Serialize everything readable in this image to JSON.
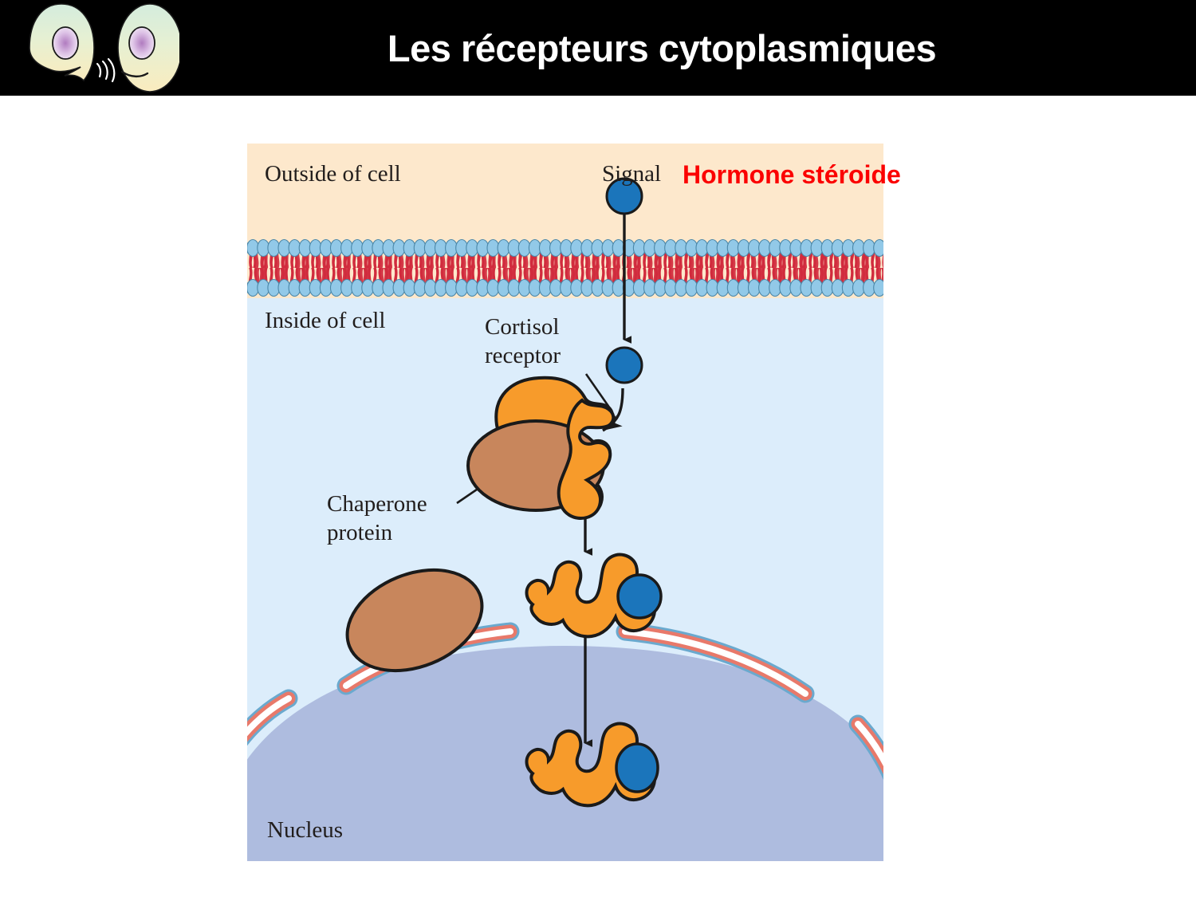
{
  "slide": {
    "title": "Les récepteurs cytoplasmiques",
    "background_color": "#ffffff",
    "header_background": "#000000",
    "title_color": "#ffffff"
  },
  "logo": {
    "name": "two-talking-cells-logo",
    "cell_fill_top": "#d9ecdd",
    "cell_fill_bottom": "#faeec0",
    "nucleus_fill": "#c9a9d6",
    "outline": "#000000"
  },
  "annotations": [
    {
      "id": "hormone-steroide",
      "text": "Hormone stéroide",
      "color": "#fb0000"
    }
  ],
  "diagram": {
    "name": "steroid-hormone-cytoplasmic-receptor-pathway",
    "colors": {
      "extracellular": "#fde8cc",
      "cytoplasm": "#dcedfb",
      "nucleus": "#aebcdf",
      "membrane_head": "#92c9e8",
      "membrane_tail": "#d12b3d",
      "receptor": "#f79b2b",
      "chaperone": "#c8865c",
      "signal": "#1b75bb",
      "envelope_red": "#e8796a",
      "envelope_blue": "#6aa9ce",
      "outline": "#1a1a1a"
    },
    "labels": {
      "outside": "Outside of cell",
      "signal": "Signal",
      "inside": "Inside of cell",
      "cortisol_receptor": "Cortisol receptor",
      "cortisol_receptor_line1": "Cortisol",
      "cortisol_receptor_line2": "receptor",
      "chaperone_protein": "Chaperone protein",
      "chaperone_line1": "Chaperone",
      "chaperone_line2": "protein",
      "nucleus": "Nucleus"
    },
    "elements": [
      {
        "name": "signal-molecule-extracellular",
        "kind": "circle",
        "color": "#1b75bb"
      },
      {
        "name": "plasma-membrane-bilayer",
        "kind": "lipid-bilayer"
      },
      {
        "name": "signal-molecule-cytoplasmic",
        "kind": "circle",
        "color": "#1b75bb"
      },
      {
        "name": "receptor-chaperone-complex",
        "kind": "protein-complex"
      },
      {
        "name": "chaperone-released",
        "kind": "oval",
        "color": "#c8865c"
      },
      {
        "name": "activated-receptor-hormone-complex",
        "kind": "protein-complex"
      },
      {
        "name": "nuclear-envelope",
        "kind": "membrane-segments"
      },
      {
        "name": "receptor-hormone-complex-in-nucleus",
        "kind": "protein-complex"
      }
    ],
    "arrows": [
      {
        "name": "arrow-signal-across-membrane",
        "direction": "down"
      },
      {
        "name": "arrow-signal-to-receptor",
        "direction": "curved-down-left"
      },
      {
        "name": "arrow-complex-to-activated",
        "direction": "down"
      },
      {
        "name": "arrow-activated-to-nucleus",
        "direction": "down"
      }
    ]
  }
}
